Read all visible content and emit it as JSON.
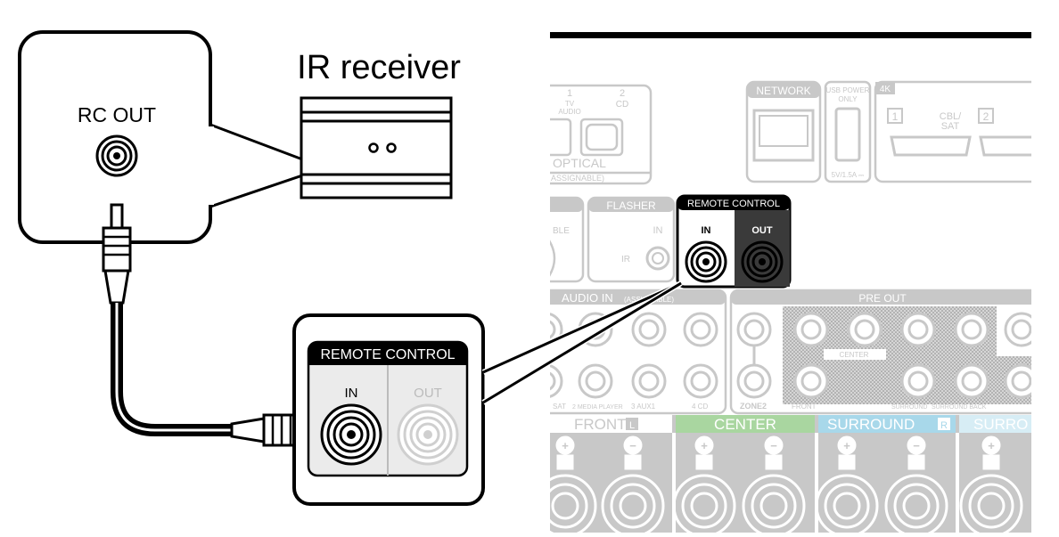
{
  "ir_device": {
    "port_label": "RC OUT"
  },
  "ir_receiver": {
    "title": "IR receiver"
  },
  "zoom_panel": {
    "header": "REMOTE CONTROL",
    "in_label": "IN",
    "out_label": "OUT"
  },
  "rear_panel": {
    "network_label": "NETWORK",
    "usb_power_line1": "USB POWER",
    "usb_power_line2": "ONLY",
    "usb_spec": "5V/1.5A ⎓",
    "hdmi_4k_badge": "4K",
    "hdmi1_num": "1",
    "hdmi1_label_line1": "CBL/",
    "hdmi1_label_line2": "SAT",
    "hdmi2_num": "2",
    "optical_in1_num": "1",
    "optical_in1_label_line1": "TV",
    "optical_in1_label_line2": "AUDIO",
    "optical_in2_num": "2",
    "optical_in2_label": "CD",
    "optical_label": "OPTICAL",
    "optical_assignable": "ASSIGNABLE)",
    "flasher_label": "FLASHER",
    "flasher_in": "IN",
    "flasher_ir": "IR",
    "partial_left_label": "BLE",
    "remote_control_header": "REMOTE CONTROL",
    "remote_in": "IN",
    "remote_out": "OUT",
    "audio_in_label": "AUDIO IN",
    "audio_in_assignable": "(ASSIGNABLE)",
    "audio_label_sat": "SAT",
    "audio_label_media": "2 MEDIA PLAYER",
    "audio_label_aux": "3 AUX1",
    "audio_label_cd": "4 CD",
    "pre_out_label": "PRE OUT",
    "zone2_label": "ZONE2",
    "pre_center_label": "CENTER",
    "pre_front_label": "FRONT",
    "pre_surround_label": "SURROUND",
    "pre_surround_back_label": "SURROUND BACK",
    "speaker_front": "FRONT",
    "speaker_front_badge": "L",
    "speaker_center": "CENTER",
    "speaker_surround": "SURROUND",
    "speaker_surround_badge": "R",
    "speaker_surround2": "SURRO",
    "plus_symbol": "+",
    "minus_symbol": "−"
  },
  "colors": {
    "line": "#000000",
    "panel_gray": "#c8c8c8",
    "panel_light": "#f2f2f2",
    "highlight_dark": "#3a3a3a",
    "center_green": "#a9d6a0",
    "surround_blue": "#a8d8ea"
  }
}
